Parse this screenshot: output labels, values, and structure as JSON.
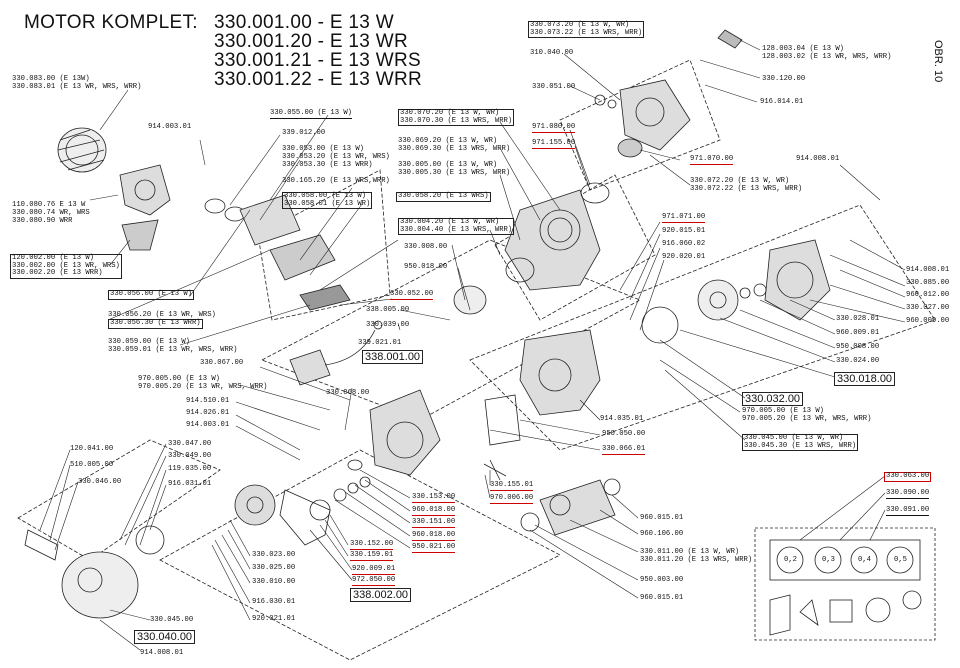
{
  "title": {
    "label": "MOTOR KOMPLET:",
    "lines": [
      "330.001.00 - E 13 W",
      "330.001.20 - E 13 WR",
      "330.001.21 - E 13 WRS",
      "330.001.22 - E 13 WRR"
    ]
  },
  "figure_ref": "OBR. 10",
  "labels": {
    "l1": "330.083.00 (E 13W)",
    "l2": "330.083.01 (E 13 WR, WRS, WRR)",
    "l3": "914.003.01",
    "l4": "110.080.76 E 13 W",
    "l5": "330.080.74 WR, WRS",
    "l6": "330.080.90 WRR",
    "l7": "120.002.00 (E 13 W)",
    "l8": "330.002.00 (E 13 WR, WRS)",
    "l9": "330.002.20 (E 13 WRR)",
    "l10": "330.056.00 (E 13 W)",
    "l11": "330.056.20 (E 13 WR, WRS)",
    "l12": "330.056.30 (E 13 WRR)",
    "l13": "330.059.00 (E 13 W)",
    "l14": "330.059.01 (E 13 WR, WRS, WRR)",
    "l15": "330.055.00 (E 13 W)",
    "l16": "339.012.00",
    "l17": "330.053.00 (E 13 W)",
    "l18": "330.053.20 (E 13 WR, WRS)",
    "l19": "330.053.30 (E 13 WRR)",
    "l20": "330.165.20 (E 13 WRS,WRR)",
    "l21": "330.058.00 (E 13 W)",
    "l22": "330.058.01 (E 13 WR)",
    "l23": "330.058.20 (E 13 WRS)",
    "l24": "330.052.00",
    "l25": "330.067.00",
    "l26": "970.005.00 (E 13 W)",
    "l27": "970.005.20 (E 13 WR, WRS, WRR)",
    "l28": "914.510.01",
    "l29": "914.026.01",
    "l30": "914.003.01",
    "l31": "330.068.00",
    "l32": "339.021.01",
    "l33": "330.039.00",
    "l34": "338.005.00",
    "l35": "338.001.00",
    "l36": "330.070.20 (E 13 W, WR)",
    "l37": "330.070.30 (E 13 WRS, WRR)",
    "l38": "330.069.20 (E 13 W, WR)",
    "l39": "330.069.30 (E 13 WRS, WRR)",
    "l40": "330.005.00 (E 13 W, WR)",
    "l41": "330.005.30 (E 13 WRS, WRR)",
    "l42": "330.004.20 (E 13 W, WR)",
    "l43": "330.004.40 (E 13 WRS, WRR)",
    "l44": "330.008.00",
    "l45": "950.018.00",
    "l46": "330.073.20 (E 13 W, WR)",
    "l47": "330.073.22 (E 13 WRS, WRR)",
    "l48": "310.040.00",
    "l49": "330.051.00",
    "l50": "971.080.00",
    "l51": "971.155.00",
    "l52": "128.003.04 (E 13 W)",
    "l53": "128.003.02 (E 13 WR, WRS, WRR)",
    "l54": "330.120.00",
    "l55": "916.014.01",
    "l56": "971.070.00",
    "l57": "330.072.20 (E 13 W, WR)",
    "l58": "330.072.22 (E 13 WRS, WRR)",
    "l59": "914.008.01",
    "l60": "971.071.00",
    "l61": "920.015.01",
    "l62": "916.060.02",
    "l63": "920.020.01",
    "l64": "914.008.01",
    "l65": "330.085.00",
    "l66": "960.012.00",
    "l67": "330.027.00",
    "l68": "960.009.00",
    "l69": "330.028.01",
    "l70": "960.009.01",
    "l71": "950.008.00",
    "l72": "330.024.00",
    "l73": "330.018.00",
    "l74": "330.032.00",
    "l75": "970.005.00 (E 13 W)",
    "l76": "970.005.20 (E 13 WR, WRS, WRR)",
    "l77": "330.045.00 (E 13 W, WR)",
    "l78": "330.045.30 (E 13 WRS, WRR)",
    "l79": "914.035.01",
    "l80": "950.050.00",
    "l81": "330.066.01",
    "l82": "120.041.00",
    "l83": "510.005.00",
    "l84": "330.046.00",
    "l85": "330.047.00",
    "l86": "330.049.00",
    "l87": "119.035.00",
    "l88": "916.031.01",
    "l89": "330.023.00",
    "l90": "330.025.00",
    "l91": "330.010.00",
    "l92": "916.030.01",
    "l93": "920.021.01",
    "l94": "330.045.00",
    "l95": "330.040.00",
    "l96": "914.008.01",
    "l97": "330.153.00",
    "l98": "960.018.00",
    "l99": "330.151.00",
    "l100": "960.018.00",
    "l101": "950.021.00",
    "l102": "330.152.00",
    "l103": "330.159.01",
    "l104": "920.009.01",
    "l105": "972.050.00",
    "l106": "338.002.00",
    "l107": "330.155.01",
    "l108": "970.006.00",
    "l109": "960.015.01",
    "l110": "960.106.00",
    "l111": "330.011.00 (E 13 W, WR)",
    "l112": "330.011.20 (E 13 WRS, WRR)",
    "l113": "950.003.00",
    "l114": "960.015.01",
    "l115": "330.063.00",
    "l116": "330.090.00",
    "l117": "330.091.00",
    "g1": "0,2",
    "g2": "0,3",
    "g3": "0,4",
    "g4": "0,5"
  }
}
